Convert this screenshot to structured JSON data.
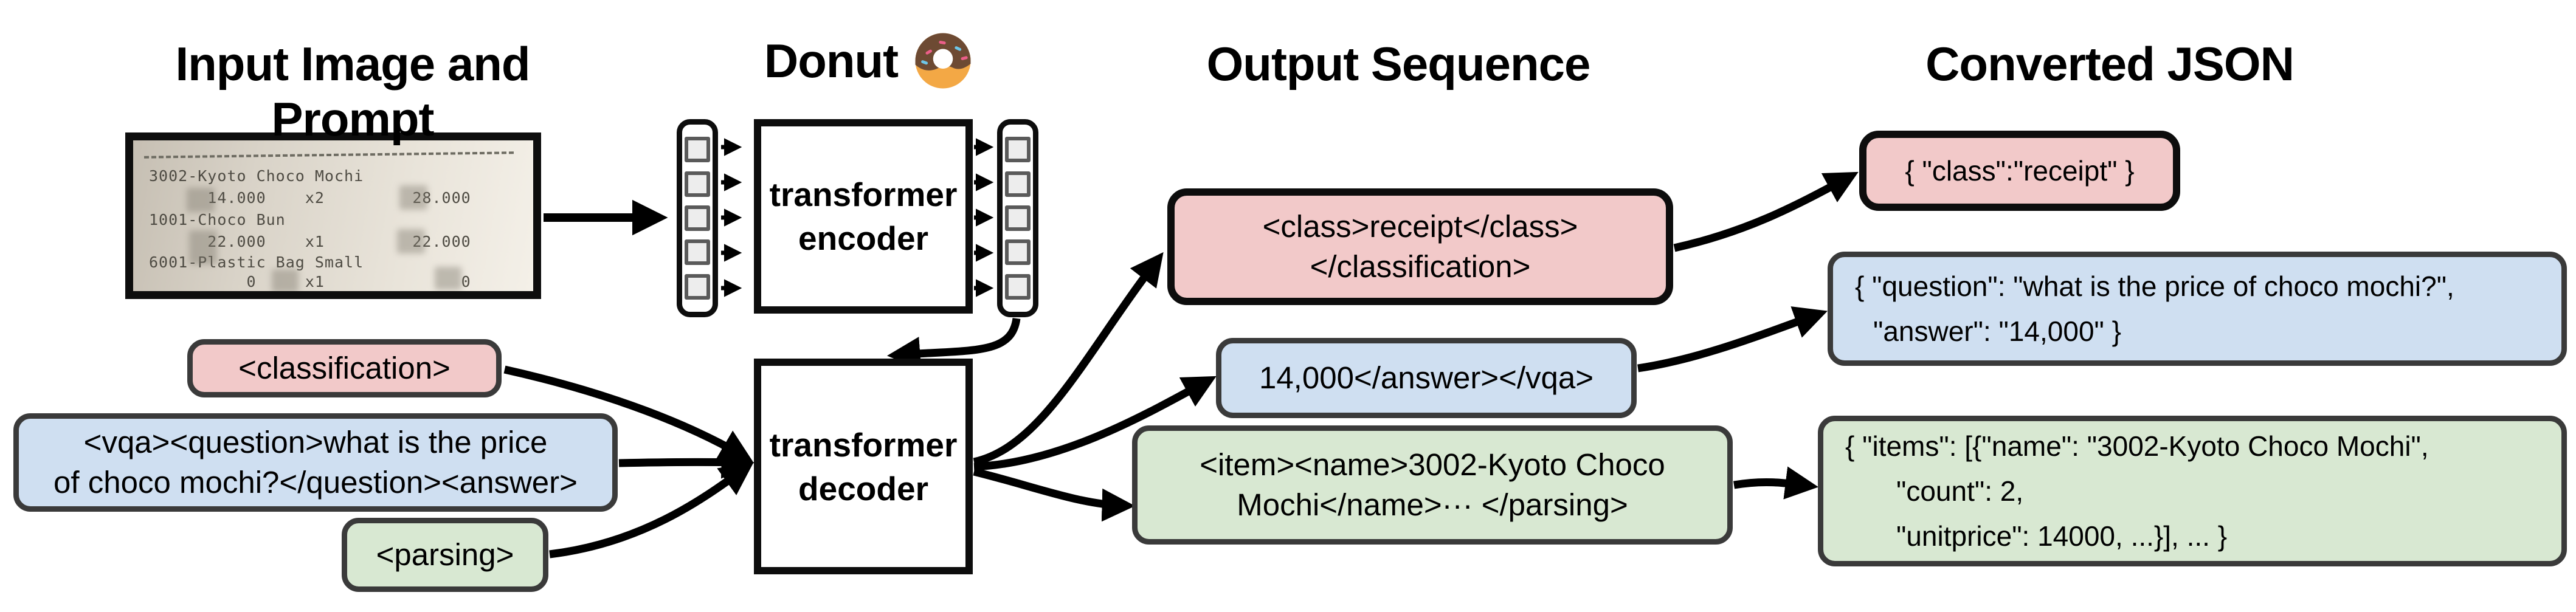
{
  "titles": {
    "input_column": "Input Image and Prompt",
    "model_column": "Donut",
    "model_icon": "donut-icon",
    "output_column": "Output Sequence",
    "json_column": "Converted JSON"
  },
  "receipt": {
    "lines": [
      "3002-Kyoto Choco Mochi",
      "      14.000    x2         28.000",
      "1001-Choco Bun",
      "      22.000    x1         22.000",
      "6001-Plastic Bag Small",
      "          0     x1              0"
    ]
  },
  "encoder": {
    "label_line1": "transformer",
    "label_line2": "encoder",
    "input_patch_count": 5,
    "output_patch_count": 5
  },
  "decoder": {
    "label_line1": "transformer",
    "label_line2": "decoder"
  },
  "prompts": {
    "classification": "<classification>",
    "vqa_line1": "<vqa><question>what is the price",
    "vqa_line2": "of choco mochi?</question><answer>",
    "parsing": "<parsing>"
  },
  "outputs": {
    "classification_line1": "<class>receipt</class>",
    "classification_line2": "</classification>",
    "vqa": "14,000</answer></vqa>",
    "parsing_line1": "<item><name>3002-Kyoto Choco",
    "parsing_line2": "Mochi</name>··· </parsing>"
  },
  "json_outputs": {
    "classification": "{ \"class\":\"receipt\" }",
    "vqa_line1": "{ \"question\": \"what is the price of choco mochi?\",",
    "vqa_line2": "\"answer\": \"14,000\" }",
    "parsing_line1": "{ \"items\": [{\"name\": \"3002-Kyoto Choco Mochi\",",
    "parsing_line2": "\"count\": 2,",
    "parsing_line3": "\"unitprice\": 14000, ...}], ... }"
  },
  "colors": {
    "classification_fill": "#f2c9c9",
    "vqa_fill": "#cfdff1",
    "parsing_fill": "#d8e8d2",
    "box_stroke": "#3a3a3a",
    "arrow": "#000000"
  }
}
